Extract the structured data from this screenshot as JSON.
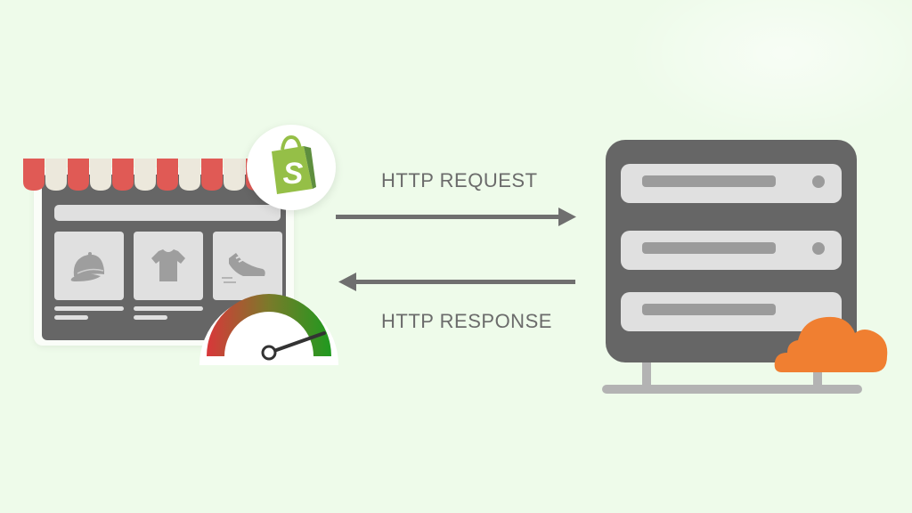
{
  "diagram": {
    "title": "Shopify store to server HTTP communication",
    "background_color": "#eefbea",
    "client": {
      "name": "storefront",
      "badge": {
        "icon": "shopify-bag-icon",
        "letter": "S",
        "color": "#95bf47"
      },
      "awning_colors": [
        "#e05a55",
        "#ece8dc"
      ],
      "products": [
        {
          "icon": "cap-icon"
        },
        {
          "icon": "tshirt-icon"
        },
        {
          "icon": "sneaker-icon"
        }
      ],
      "gauge": {
        "icon": "speedometer-icon",
        "gradient": [
          "#d9373a",
          "#1f9a1f"
        ],
        "needle_level": "high"
      }
    },
    "connections": [
      {
        "label": "HTTP REQUEST",
        "direction": "client-to-server"
      },
      {
        "label": "HTTP RESPONSE",
        "direction": "server-to-client"
      }
    ],
    "server": {
      "name": "server-rack",
      "slots": 3,
      "cloud": {
        "icon": "cloud-icon",
        "color": "#f07f31"
      }
    }
  }
}
